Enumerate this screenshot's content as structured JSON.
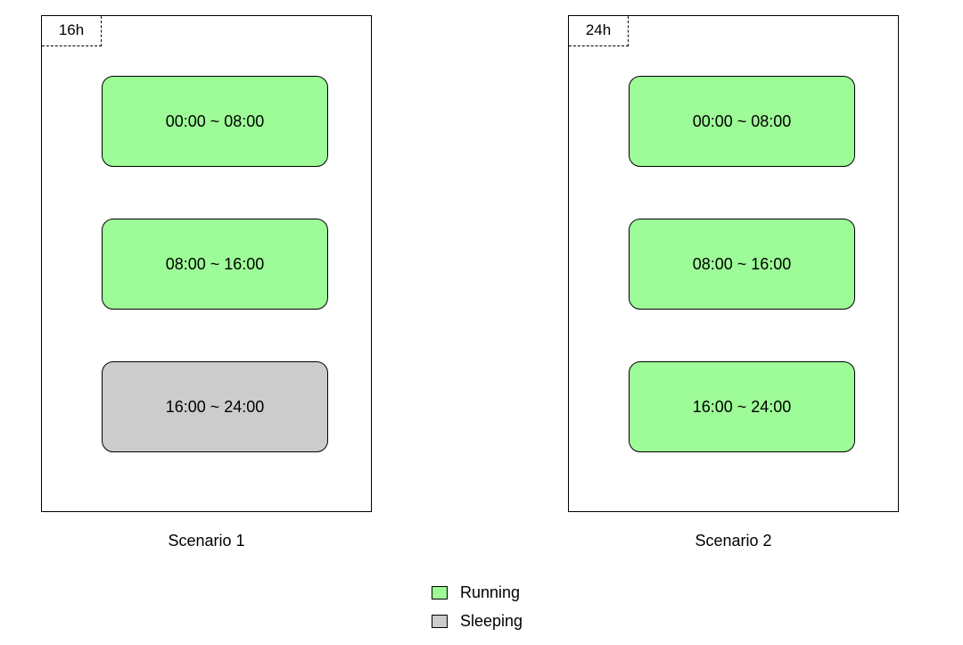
{
  "colors": {
    "running": "#9dfc97",
    "sleeping": "#cccccc"
  },
  "scenarios": [
    {
      "label": "Scenario 1",
      "duration": "16h",
      "blocks": [
        {
          "time": "00:00 ~ 08:00",
          "state": "running"
        },
        {
          "time": "08:00 ~ 16:00",
          "state": "running"
        },
        {
          "time": "16:00 ~ 24:00",
          "state": "sleeping"
        }
      ]
    },
    {
      "label": "Scenario 2",
      "duration": "24h",
      "blocks": [
        {
          "time": "00:00 ~ 08:00",
          "state": "running"
        },
        {
          "time": "08:00 ~ 16:00",
          "state": "running"
        },
        {
          "time": "16:00 ~ 24:00",
          "state": "running"
        }
      ]
    }
  ],
  "legend": [
    {
      "label": "Running",
      "state": "running"
    },
    {
      "label": "Sleeping",
      "state": "sleeping"
    }
  ]
}
